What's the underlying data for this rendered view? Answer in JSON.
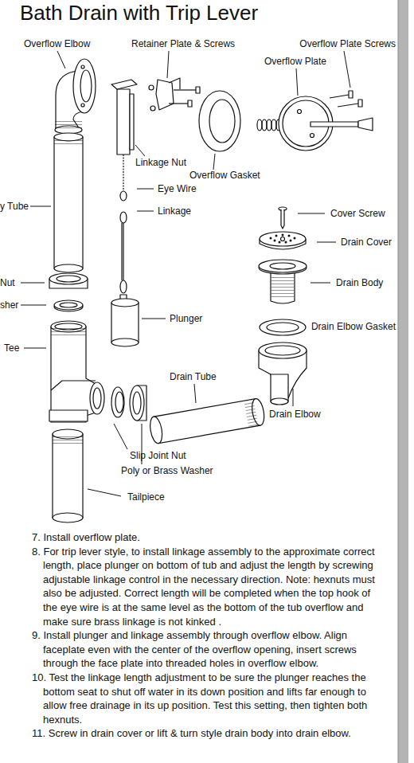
{
  "diagram": {
    "title": "Bath Drain with Trip Lever",
    "labels": [
      "Overflow Elbow",
      "Retainer Plate & Screws",
      "Overflow Plate Screws",
      "Overflow Plate",
      "Linkage Nut",
      "Overflow Gasket",
      "Eye Wire",
      "y Tube",
      "Linkage",
      "Cover Screw",
      "Drain Cover",
      "Nut",
      "Drain Body",
      "sher",
      "Plunger",
      "Drain Elbow Gasket",
      "Tee",
      "Drain Tube",
      "Drain Elbow",
      "Slip Joint Nut",
      "Poly or Brass Washer",
      "Tailpiece",
      "7. Install overflow plate.",
      "8. For trip lever style, to install linkage assembly to the approximate correct length, place plunger on bottom of tub and adjust the length by screwing adjustable linkage control in the necessary direction. Note: hexnuts must also be adjusted. Correct length will be completed when the top hook of the eye wire is at the same level as the bottom of the tub overflow and make sure brass linkage is not kinked .",
      "9. Install plunger and linkage assembly through overflow elbow. Align faceplate even with the center of the overflow opening, insert screws through the face plate into threaded holes in overflow elbow.",
      "10. Test the linkage length adjustment to be sure the plunger reaches the bottom seat to shut off water in its down position and lifts far enough to allow free drainage in its up position. Test this setting, then tighten both hexnuts.",
      "11.  Screw in drain cover or lift & turn style drain body into drain elbow."
    ]
  }
}
